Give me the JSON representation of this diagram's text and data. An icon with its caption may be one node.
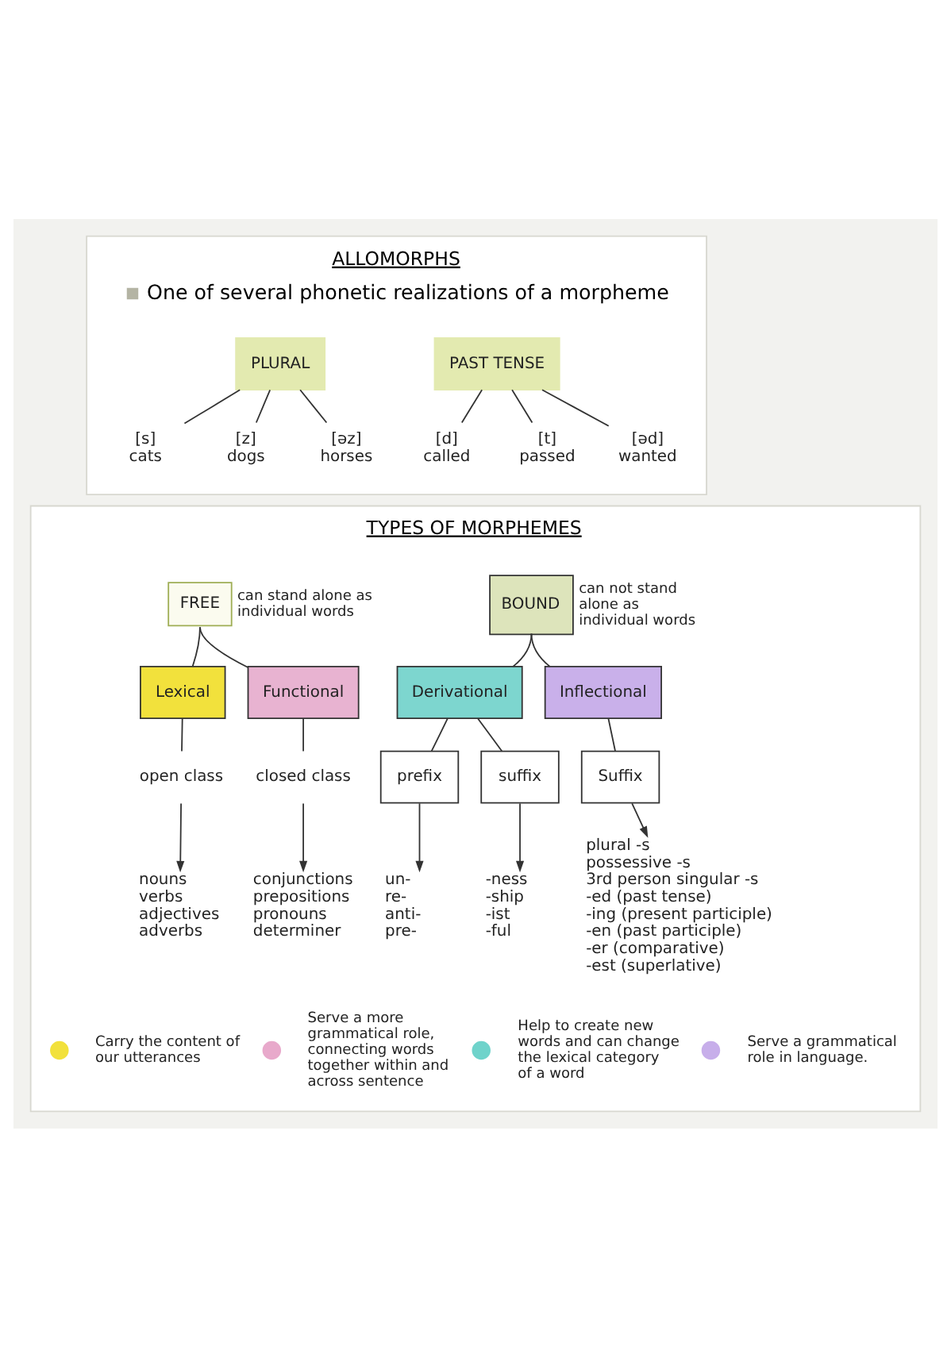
{
  "diagram": {
    "nodes": [
      {
        "text": [
          "ALLOMORPHS",
          "One of several phonetic realizations of a morpheme"
        ]
      },
      {
        "text": [
          "PLURAL"
        ],
        "in": 0
      },
      {
        "text": [
          "PAST TENSE"
        ],
        "in": 0
      },
      {
        "text": [
          "[s]",
          "cats"
        ],
        "in": 0
      },
      {
        "text": [
          "[z]",
          "dogs"
        ],
        "in": 0
      },
      {
        "text": [
          "[əz]",
          "horses"
        ],
        "in": 0
      },
      {
        "text": [
          "[d]",
          "called"
        ],
        "in": 0
      },
      {
        "text": [
          "[t]",
          "passed"
        ],
        "in": 0
      },
      {
        "text": [
          "[əd]",
          "wanted"
        ],
        "in": 0
      },
      {
        "text": [
          "TYPES OF MORPHEMES"
        ]
      },
      {
        "text": [
          "FREE"
        ],
        "beside": [
          "can stand alone as individual words"
        ],
        "in": 9
      },
      {
        "text": [
          "BOUND"
        ],
        "beside": [
          "can not stand alone as individual words"
        ],
        "in": 9
      },
      {
        "text": [
          "Lexical"
        ],
        "in": 9
      },
      {
        "text": [
          "Functional"
        ],
        "in": 9
      },
      {
        "text": [
          "Derivational"
        ],
        "in": 9
      },
      {
        "text": [
          "Inflectional"
        ],
        "in": 9
      },
      {
        "text": [
          "open class"
        ],
        "in": 9
      },
      {
        "text": [
          "nouns",
          "verbs",
          "adjectives",
          "adverbs"
        ],
        "in": 9
      },
      {
        "text": [
          "closed class"
        ],
        "in": 9
      },
      {
        "text": [
          "conjunctions",
          "prepositions",
          "pronouns",
          "determiner"
        ],
        "in": 9
      },
      {
        "text": [
          "prefix"
        ],
        "in": 9
      },
      {
        "text": [
          "suffix"
        ],
        "in": 9
      },
      {
        "text": [
          "un-",
          "re-",
          "anti-",
          "pre-"
        ],
        "in": 9
      },
      {
        "text": [
          "-ness",
          "-ship",
          "-ist",
          "-ful"
        ],
        "in": 9
      },
      {
        "text": [
          "Suffix"
        ],
        "in": 9
      },
      {
        "text": [
          "plural -s",
          "possessive -s",
          "3rd person singular -s",
          "-ed (past tense)",
          "-ing (present participle)",
          "-en (past participle)",
          "-er (comparative)",
          "-est (superlative)"
        ],
        "in": 9
      }
    ],
    "edges": [
      {
        "from": 1,
        "to": 3,
        "arrow": "none"
      },
      {
        "from": 1,
        "to": 4,
        "arrow": "none"
      },
      {
        "from": 1,
        "to": 5,
        "arrow": "none"
      },
      {
        "from": 2,
        "to": 6,
        "arrow": "none"
      },
      {
        "from": 2,
        "to": 7,
        "arrow": "none"
      },
      {
        "from": 2,
        "to": 8,
        "arrow": "none"
      },
      {
        "from": 10,
        "to": 12,
        "arrow": "none"
      },
      {
        "from": 10,
        "to": 13,
        "arrow": "none"
      },
      {
        "from": 11,
        "to": 14,
        "arrow": "none"
      },
      {
        "from": 11,
        "to": 15,
        "arrow": "none"
      },
      {
        "from": 12,
        "to": 16,
        "arrow": "none"
      },
      {
        "from": 16,
        "to": 17,
        "arrow": "to"
      },
      {
        "from": 13,
        "to": 18,
        "arrow": "none"
      },
      {
        "from": 18,
        "to": 19,
        "arrow": "to"
      },
      {
        "from": 14,
        "to": 20,
        "arrow": "none"
      },
      {
        "from": 14,
        "to": 21,
        "arrow": "none"
      },
      {
        "from": 20,
        "to": 22,
        "arrow": "to"
      },
      {
        "from": 21,
        "to": 23,
        "arrow": "to"
      },
      {
        "from": 15,
        "to": 24,
        "arrow": "none"
      },
      {
        "from": 24,
        "to": 25,
        "arrow": "to"
      }
    ],
    "legend": [
      {
        "text": "Carry the content of our utterances",
        "color": "#f2e13c"
      },
      {
        "text": "Serve a more grammatical role, connecting words together within and across sentence",
        "color": "#e8a9cb"
      },
      {
        "text": "Help to create new words and can change the lexical category of a word",
        "color": "#6fd3cb"
      },
      {
        "text": "Serve a grammatical role in language.",
        "color": "#c7aeea"
      }
    ]
  }
}
